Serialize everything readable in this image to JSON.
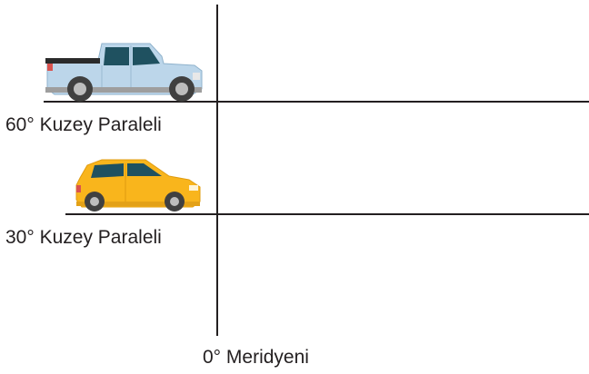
{
  "labels": {
    "parallel_60": "60° Kuzey Paraleli",
    "parallel_30": "30° Kuzey Paraleli",
    "meridian_0": "0° Meridyeni"
  },
  "vehicles": [
    {
      "name": "pickup-truck",
      "color": "#bcd6ea"
    },
    {
      "name": "hatchback-car",
      "color": "#f9b51c"
    }
  ],
  "colors": {
    "line": "#231f20",
    "window": "#1f5160",
    "tire": "#404040",
    "rim": "#bdbdbd"
  }
}
